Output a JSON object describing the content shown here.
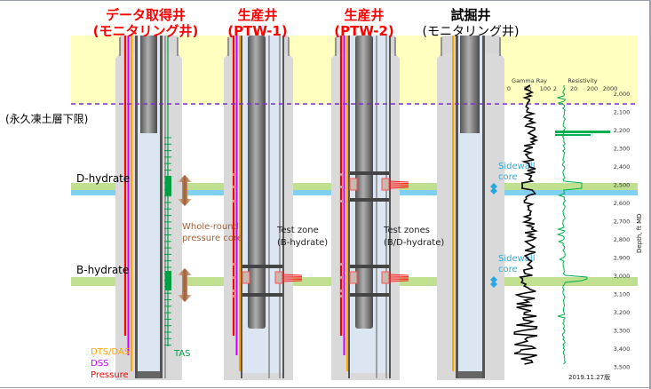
{
  "wells": [
    {
      "title_line1": "データ取得井",
      "title_line2": "(モニタリング井)",
      "title_color": "#ff0000"
    },
    {
      "title_line1": "生産井",
      "title_line2": "(PTW-1)",
      "title_color": "#ff0000"
    },
    {
      "title_line1": "生産井",
      "title_line2": "(PTW-2)",
      "title_color": "#ff0000"
    },
    {
      "title_line1": "試掘井",
      "title_line2": "(モニタリング井)",
      "title_color": "#000000"
    }
  ],
  "labels": {
    "permafrost_base": "(永久凍土層下限)",
    "d_hydrate": "D-hydrate",
    "b_hydrate": "B-hydrate",
    "whole_round_line1": "Whole-round",
    "whole_round_line2": "pressure core",
    "test_zone_1_line1": "Test zone",
    "test_zone_1_line2": "(B-hydrate)",
    "test_zone_2_line1": "Test zones",
    "test_zone_2_line2": "(B/D-hydrate)",
    "sidewall_line1": "Sidewall",
    "sidewall_line2": "core",
    "version": "2019.11.27版"
  },
  "legend": [
    {
      "label": "DTS/DAS",
      "color": "#ffa500"
    },
    {
      "label": "DSS",
      "color": "#cc00ff"
    },
    {
      "label": "Pressure",
      "color": "#ff0000"
    },
    {
      "label": "TAS",
      "color": "#00a040"
    }
  ],
  "log": {
    "gamma_title": "Gamma Ray",
    "gamma_ticks": [
      "0",
      "50",
      "100"
    ],
    "resistivity_title": "Resistivity",
    "resistivity_ticks": [
      "2",
      "20",
      "200",
      "2000"
    ],
    "depth_label": "Depth, ft MD",
    "depth_ticks": [
      "2,000",
      "2,100",
      "2,200",
      "2,300",
      "2,400",
      "2,500",
      "2,600",
      "2,700",
      "2,800",
      "2,900",
      "3,000",
      "3,100",
      "3,200",
      "3,300",
      "3,400",
      "3,500"
    ]
  },
  "colors": {
    "permafrost": "#ffffc0",
    "hydrate_zone": "#c0e090",
    "water_zone": "#80d0f0",
    "permafrost_line": "#8030c0",
    "sidewall": "#29a8e0",
    "core_arrow": "#a0603a"
  }
}
